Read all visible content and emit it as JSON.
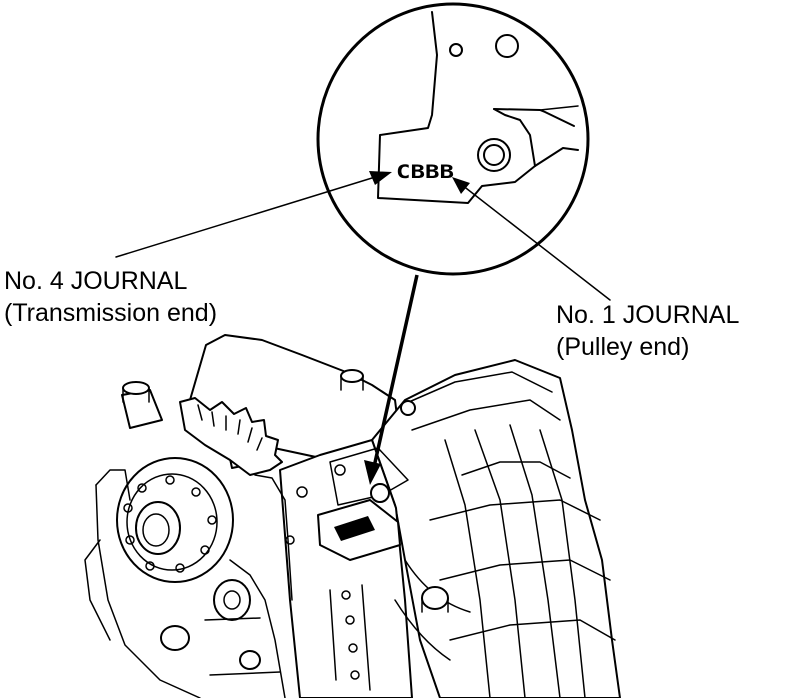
{
  "diagram": {
    "code_label": "CBBB",
    "label_no4_line1": "No. 4 JOURNAL",
    "label_no4_line2": "(Transmission end)",
    "label_no1_line1": "No. 1 JOURNAL",
    "label_no1_line2": "(Pulley end)"
  }
}
